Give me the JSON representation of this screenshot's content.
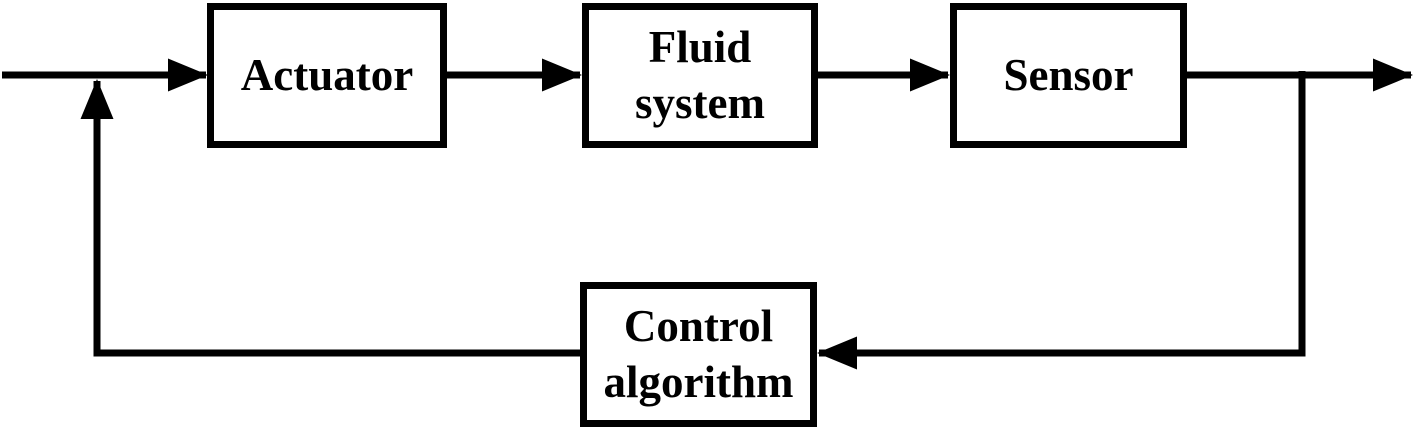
{
  "diagram": {
    "type": "block-diagram",
    "description": "Closed-loop feedback control diagram of a fluid system",
    "colors": {
      "line": "#000000",
      "background": "#ffffff",
      "box_fill": "#ffffff",
      "text": "#000000"
    },
    "nodes": [
      {
        "id": "actuator",
        "label": "Actuator"
      },
      {
        "id": "fluid-system",
        "label": "Fluid system"
      },
      {
        "id": "sensor",
        "label": "Sensor"
      },
      {
        "id": "control-algorithm",
        "label": "Control algorithm"
      }
    ],
    "edges": [
      {
        "from": "input",
        "to": "actuator",
        "arrow": true,
        "direction": "right"
      },
      {
        "from": "actuator",
        "to": "fluid-system",
        "arrow": true,
        "direction": "right"
      },
      {
        "from": "fluid-system",
        "to": "sensor",
        "arrow": true,
        "direction": "right"
      },
      {
        "from": "sensor",
        "to": "output",
        "arrow": true,
        "direction": "right"
      },
      {
        "from": "sensor-output-branch",
        "to": "control-algorithm",
        "arrow": true,
        "direction": "down-then-left"
      },
      {
        "from": "control-algorithm",
        "to": "input-junction",
        "arrow": true,
        "direction": "left-then-up"
      }
    ]
  }
}
